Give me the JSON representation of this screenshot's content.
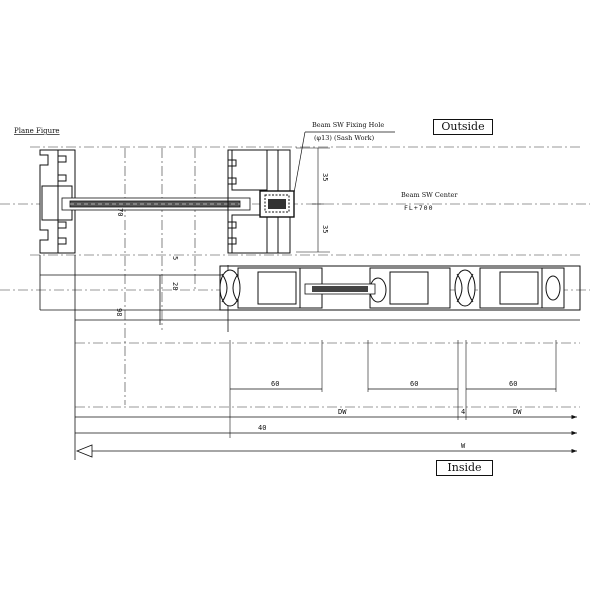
{
  "title": "Plane Figure",
  "outside_label": "Outside",
  "inside_label": "Inside",
  "callout": {
    "line1": "Beam SW Fixing Hole",
    "line2": "(φ13) (Sash Work)"
  },
  "center_note": {
    "line1": "Beam SW Center",
    "line2": "FL+700"
  },
  "vertical_dims": {
    "top_35": "35",
    "bottom_35": "35",
    "d70": "70",
    "d5": "5",
    "d28": "28",
    "d98": "98"
  },
  "horizontal_dims": {
    "d60_a": "60",
    "d60_b": "60",
    "d60_c": "60",
    "dw_a": "DW",
    "gap4": "4",
    "dw_b": "DW",
    "d40": "40",
    "w": "W"
  }
}
